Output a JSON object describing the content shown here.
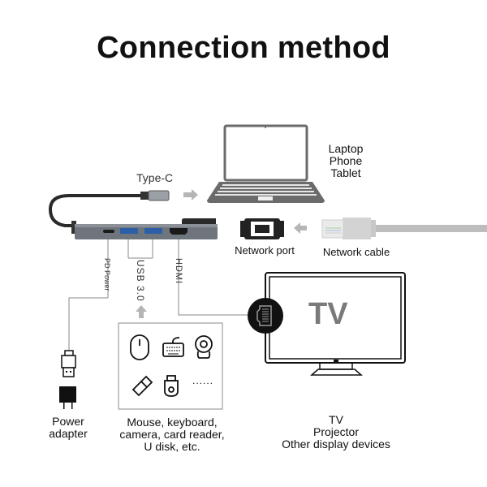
{
  "title": "Connection method",
  "labels": {
    "type_c": "Type-C",
    "devices": [
      "Laptop",
      "Phone",
      "Tablet"
    ],
    "network_port": "Network port",
    "network_cable": "Network cable",
    "pd_power": "PD Power",
    "usb": "USB 3.0",
    "hdmi": "HDMI",
    "tv_screen": "TV",
    "ellipsis": "......",
    "power_adapter": [
      "Power",
      "adapter"
    ],
    "peripherals": [
      "Mouse, keyboard,",
      "camera, card reader,",
      "U disk, etc."
    ],
    "displays": [
      "TV",
      "Projector",
      "Other display devices"
    ]
  },
  "icons": {
    "laptop": "laptop-icon",
    "hub": "usb-c-hub-icon",
    "rj45_port": "network-port-icon",
    "rj45_plug": "network-cable-icon",
    "mouse": "mouse-icon",
    "keyboard": "keyboard-icon",
    "webcam": "webcam-icon",
    "usb_drive": "usb-drive-icon",
    "card_reader": "card-reader-icon",
    "usb_plug": "usb-plug-icon",
    "adapter": "power-adapter-icon",
    "tv": "tv-icon",
    "hdmi_port": "hdmi-port-icon"
  },
  "colors": {
    "hub_body": "#6f757d",
    "usb_port": "#2d5fa8",
    "arrow": "#b5b5b5",
    "line": "#8a8a8a",
    "laptop": "#6b6b6b",
    "tv_text": "#7a7a7a"
  }
}
